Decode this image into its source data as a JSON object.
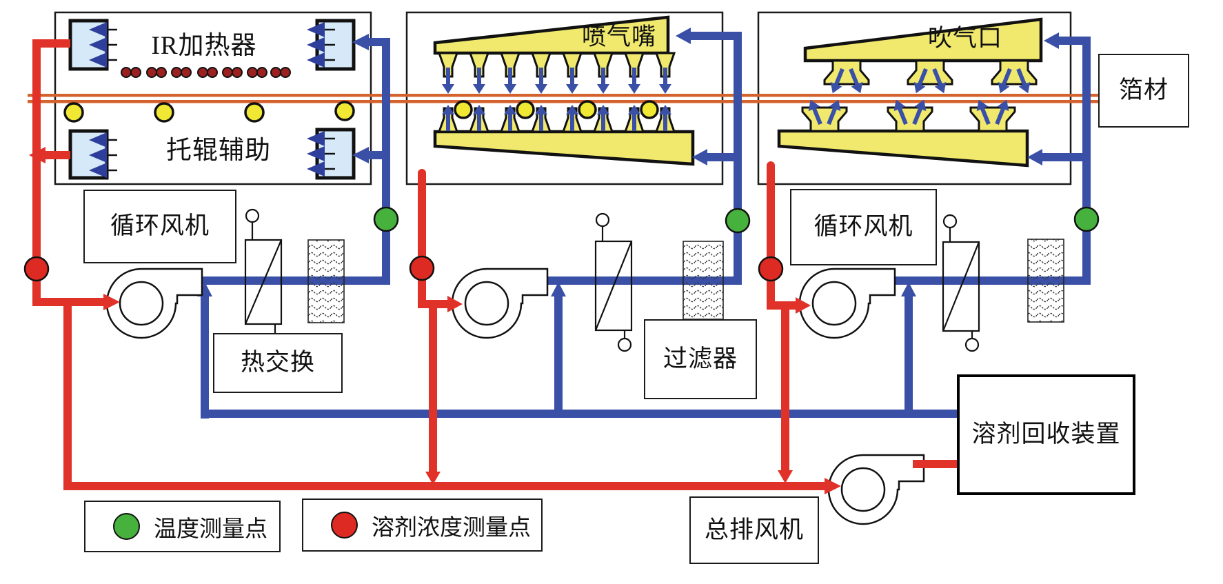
{
  "zones": {
    "ir": {
      "heater": "IR加热器",
      "roller": "托辊辅助",
      "fan": "循环风机",
      "heat_exchanger": "热交换"
    },
    "jet": {
      "nozzle": "喷气嘴",
      "filter": "过滤器"
    },
    "blow": {
      "port": "吹气口",
      "fan": "循环风机"
    }
  },
  "foil_label": "箔材",
  "recovery_label": "溶剂回收装置",
  "exhaust_fan_label": "总排风机",
  "legend": {
    "temperature_label": "温度测量点",
    "solvent_label": "溶剂浓度测量点"
  },
  "colors": {
    "pipe_red": "#e03228",
    "pipe_blue": "#3950a6",
    "foil_orange": "#d4622d",
    "duct_yellow": "#f0e96d",
    "roller_yellow": "#f0e832",
    "temperature_green": "#46b13c",
    "solvent_red": "#dd2a22",
    "unit_blue": "#d6e9f8",
    "heater_dot_red": "#9b2020"
  }
}
